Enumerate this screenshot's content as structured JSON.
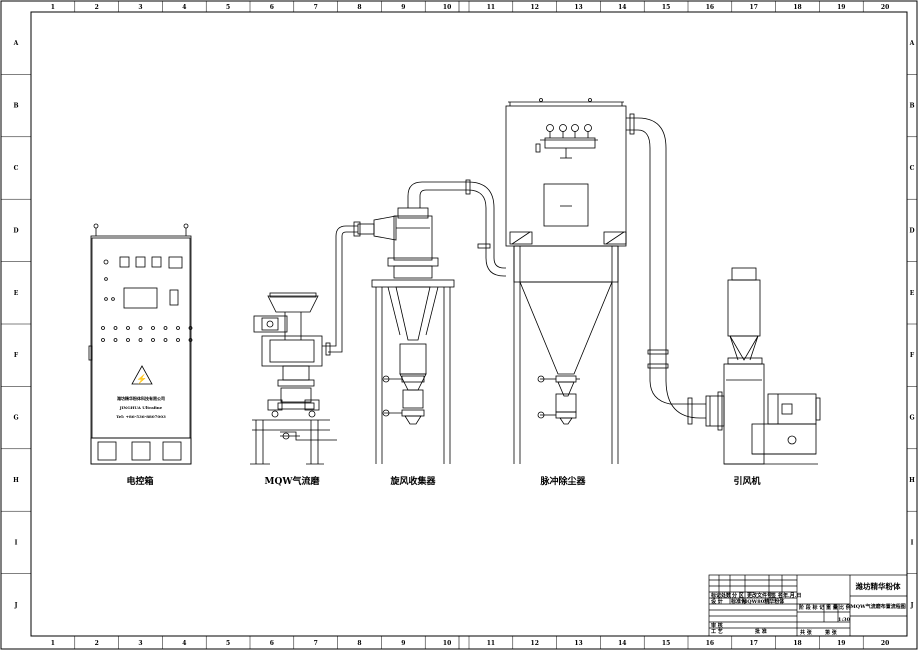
{
  "frame": {
    "columns": [
      "1",
      "2",
      "3",
      "4",
      "5",
      "6",
      "7",
      "8",
      "9",
      "10",
      "11",
      "12",
      "13",
      "14",
      "15",
      "16",
      "17",
      "18",
      "19",
      "20"
    ],
    "rows": [
      "A",
      "B",
      "C",
      "D",
      "E",
      "F",
      "G",
      "H",
      "I",
      "J"
    ]
  },
  "equipment": [
    {
      "id": "control-cabinet",
      "label": "电控箱"
    },
    {
      "id": "jet-mill",
      "label": "MQW气流磨"
    },
    {
      "id": "cyclone-collector",
      "label": "旋风收集器"
    },
    {
      "id": "pulse-dust-collector",
      "label": "脉冲除尘器"
    },
    {
      "id": "induced-fan",
      "label": "引风机"
    }
  ],
  "control_panel": {
    "company": "潍坊精华粉体科技有限公司",
    "brand": "JINGHUA Ultrafine",
    "phone": "Tel: +86-536-8807003",
    "warning_symbol": "⚡"
  },
  "title_block": {
    "company": "潍坊精华粉体",
    "drawing_title": "MQW气流磨布置流程图",
    "code": "MQW80精华粉体",
    "scale": "1:30",
    "cells": [
      "标记",
      "处数",
      "分 区",
      "更改文件号",
      "签 名",
      "年.月.日",
      "设 计",
      "标准化",
      "阶 段 标 记",
      "重 量",
      "比 例",
      "审 核",
      "工 艺",
      "批 准",
      "共 张",
      "第 张"
    ]
  }
}
